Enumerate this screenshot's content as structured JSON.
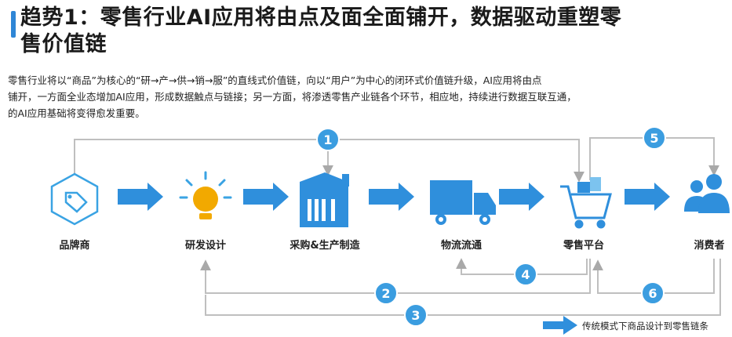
{
  "header": {
    "title_line1": "趋势1：零售行业AI应用将由点及面全面铺开，数据驱动重塑零",
    "title_line2": "售价值链"
  },
  "intro": {
    "line1": "零售行业将以“商品”为核心的“研→产→供→销→服”的直线式价值链，向以“用户”为中心的闭环式价值链升级，AI应用将由点",
    "line2": "铺开，一方面全业态增加AI应用，形成数据触点与链接；另一方面，将渗透零售产业链各个环节，相应地，持续进行数据互联互通，",
    "line3": "的AI应用基础将变得愈发重要。"
  },
  "nodes": [
    {
      "id": "brand",
      "label": "品牌商",
      "icon": "tag-icon"
    },
    {
      "id": "rnd",
      "label": "研发设计",
      "icon": "lightbulb-icon"
    },
    {
      "id": "production",
      "label": "采购&生产制造",
      "icon": "factory-icon"
    },
    {
      "id": "logistics",
      "label": "物流流通",
      "icon": "truck-icon"
    },
    {
      "id": "retail",
      "label": "零售平台",
      "icon": "shopping-cart-icon"
    },
    {
      "id": "consumer",
      "label": "消费者",
      "icon": "people-icon"
    }
  ],
  "links": [
    {
      "num": "1"
    },
    {
      "num": "2"
    },
    {
      "num": "3"
    },
    {
      "num": "4"
    },
    {
      "num": "5"
    },
    {
      "num": "6"
    }
  ],
  "legend": {
    "text": "传统模式下商品设计到零售链条"
  },
  "colors": {
    "accent": "#2f86d6",
    "icon_blue": "#3aa3e3",
    "line_gray": "#bfbfbf",
    "badge": "#3b9de0"
  }
}
